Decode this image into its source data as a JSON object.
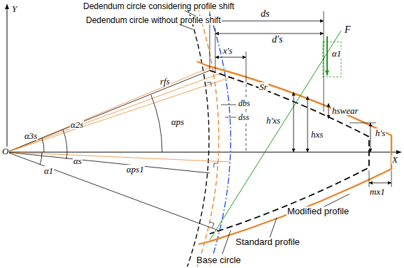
{
  "diagram": {
    "labels": [
      "Y",
      "Dedendum circle considering profile shift",
      "Dedendum circle without profile shift",
      "ds",
      "d′s",
      "x′s",
      "Sr",
      "F",
      "α1",
      "rfs",
      "dbs",
      "dss",
      "h′xs",
      "hxs",
      "hswear",
      "h′s",
      "X",
      "αps",
      "α3s",
      "α2s",
      "αs",
      "αps1",
      "α1",
      "O",
      "mx1",
      "Modified profile",
      "Standard profile",
      "Base circle"
    ]
  }
}
